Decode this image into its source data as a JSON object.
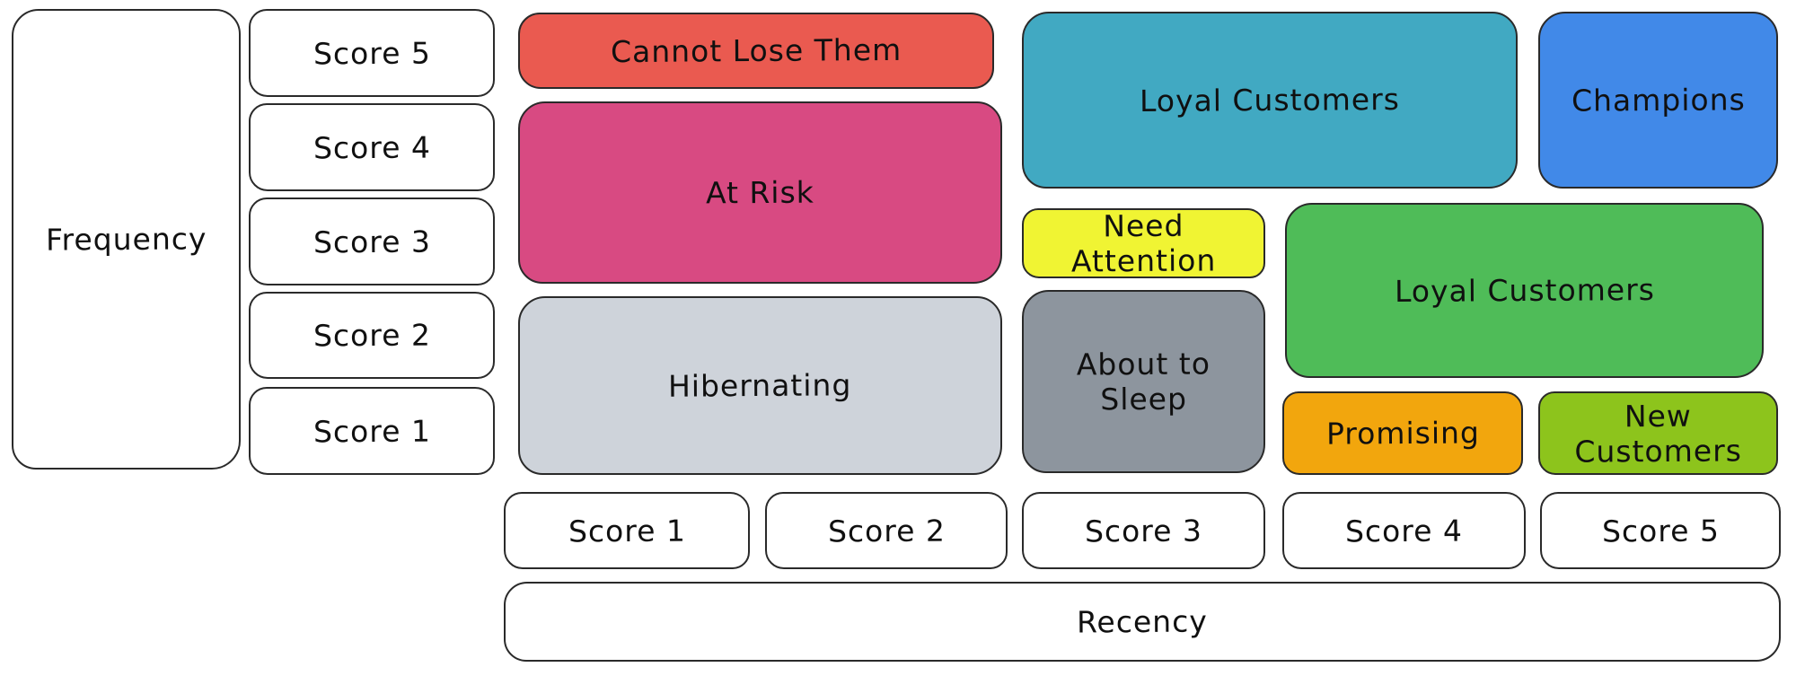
{
  "axes": {
    "frequency": {
      "label": "Frequency",
      "scores": [
        "Score 5",
        "Score 4",
        "Score 3",
        "Score 2",
        "Score 1"
      ]
    },
    "recency": {
      "label": "Recency",
      "scores": [
        "Score 1",
        "Score 2",
        "Score 3",
        "Score 4",
        "Score 5"
      ]
    }
  },
  "segments": {
    "cannot_lose_them": {
      "label": "Cannot Lose Them",
      "color": "#ea5a50"
    },
    "at_risk": {
      "label": "At Risk",
      "color": "#d84a82"
    },
    "hibernating": {
      "label": "Hibernating",
      "color": "#ced3da"
    },
    "loyal_customers_top": {
      "label": "Loyal Customers",
      "color": "#41a9c2"
    },
    "need_attention": {
      "label": "Need Attention",
      "color": "#f0f433"
    },
    "about_to_sleep": {
      "label": "About to Sleep",
      "color": "#8d959e"
    },
    "champions": {
      "label": "Champions",
      "color": "#4189e8"
    },
    "loyal_customers_right": {
      "label": "Loyal Customers",
      "color": "#4fbc58"
    },
    "promising": {
      "label": "Promising",
      "color": "#f2a60d"
    },
    "new_customers": {
      "label": "New Customers",
      "color": "#8dc41c"
    }
  },
  "style": {
    "border_color": "#2a2a2a",
    "text_color": "#101010",
    "background": "#ffffff"
  }
}
